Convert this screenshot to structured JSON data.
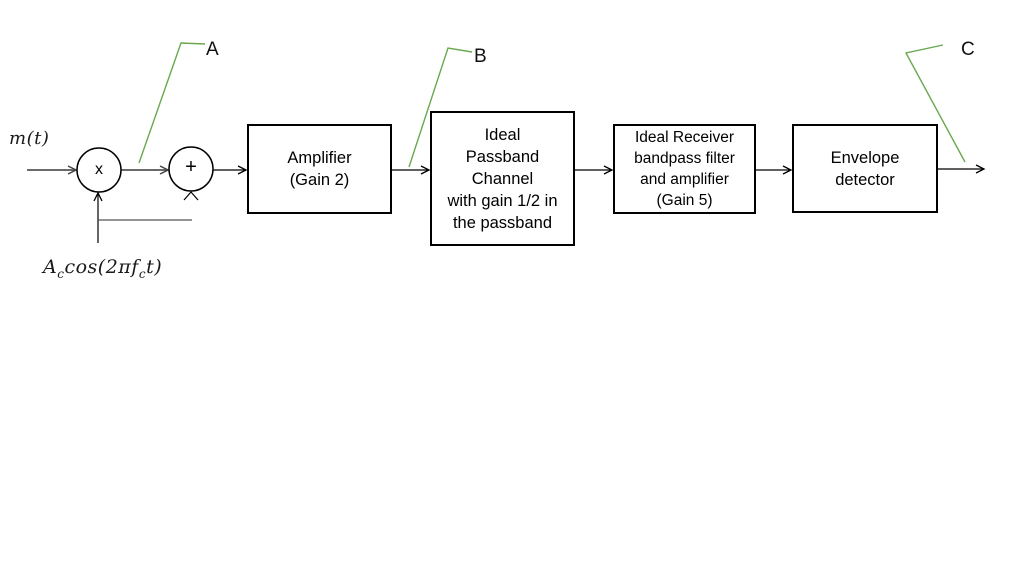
{
  "diagram": {
    "input_label": "m(t)",
    "carrier_label": {
      "amp": "A",
      "amp_sub": "c",
      "func": "cos(2π",
      "freq": "f",
      "freq_sub": "c",
      "arg_end": "t)"
    },
    "multiplier_symbol": "x",
    "summer_symbol": "+",
    "blocks": [
      {
        "id": "amplifier",
        "label": "Amplifier\n(Gain 2)"
      },
      {
        "id": "channel",
        "label": "Ideal\nPassband\nChannel\nwith gain 1/2 in\nthe passband"
      },
      {
        "id": "receiver_filter",
        "label": "Ideal Receiver\nbandpass filter\nand amplifier\n(Gain 5)"
      },
      {
        "id": "envelope_detector",
        "label": "Envelope\ndetector"
      }
    ],
    "annotations": [
      {
        "label": "A"
      },
      {
        "label": "B"
      },
      {
        "label": "C"
      }
    ],
    "colors": {
      "annotation_line": "#6aa84f",
      "diagram_line": "#000000",
      "wire_gray": "#555555"
    }
  }
}
